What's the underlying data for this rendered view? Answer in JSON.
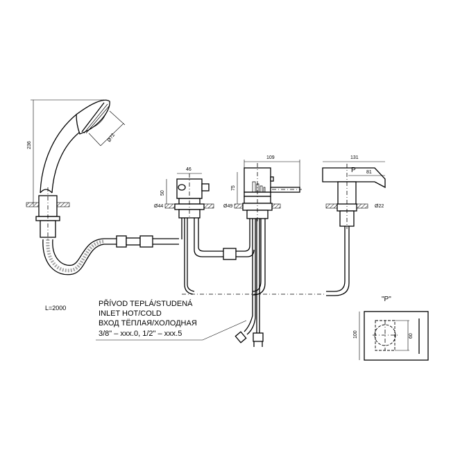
{
  "dimensions": {
    "shower_height": "236",
    "shower_head_dia": "Ø72",
    "hose_length": "L=2000",
    "diverter_width": "46",
    "diverter_height": "50",
    "diverter_hole": "Ø44",
    "mixer_width": "109",
    "mixer_height": "75",
    "mixer_hole": "Ø49",
    "spout_width": "131",
    "spout_section_mark": "P",
    "spout_reach": "81",
    "spout_hole": "Ø22",
    "detail_height": "100",
    "detail_inner": "60"
  },
  "note": {
    "line1": "PŘÍVOD TEPLÁ/STUDENÁ",
    "line2": "INLET HOT/COLD",
    "line3": "ВХОД ТЁПЛАЯ/ХОЛОДНАЯ",
    "line4": "3/8\" – xxx.0, 1/2\" – xxx.5"
  },
  "detail": {
    "title": "\"P\""
  }
}
